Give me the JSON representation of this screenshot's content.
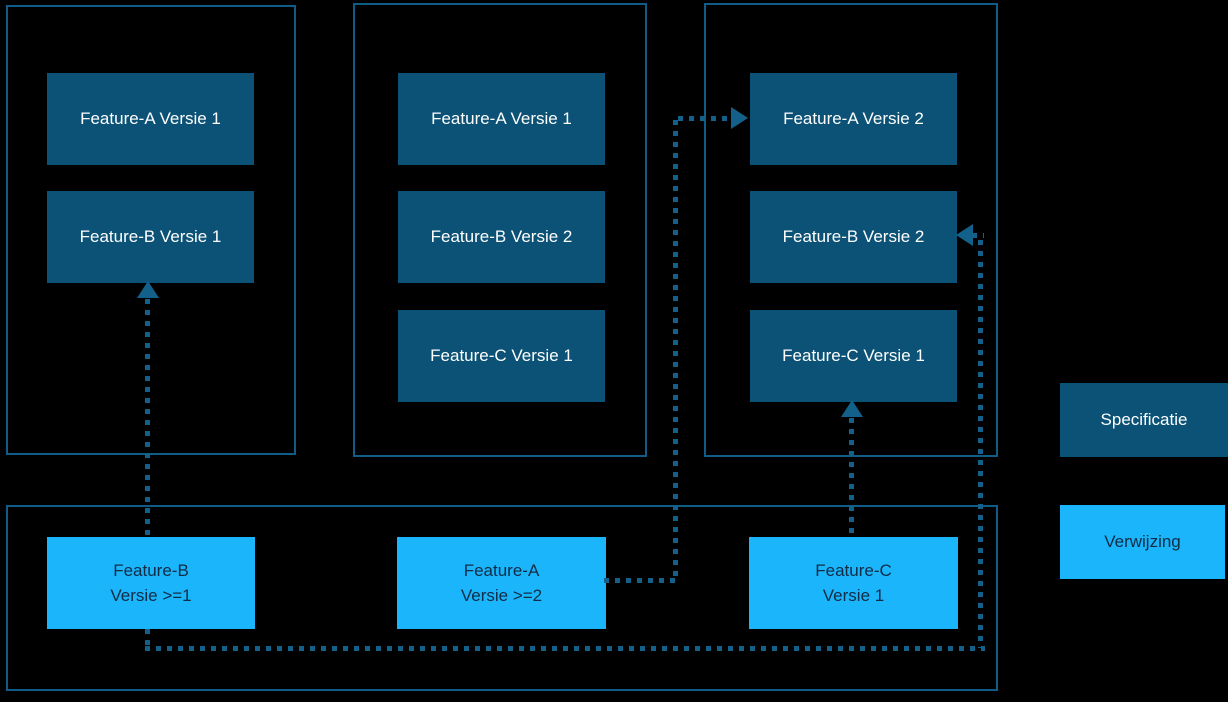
{
  "diagram": {
    "systems": [
      {
        "boxes": [
          "Feature-A Versie 1",
          "Feature-B Versie 1"
        ]
      },
      {
        "boxes": [
          "Feature-A Versie 1",
          "Feature-B Versie 2",
          "Feature-C Versie 1"
        ]
      },
      {
        "boxes": [
          "Feature-A Versie 2",
          "Feature-B Versie 2",
          "Feature-C Versie 1"
        ]
      }
    ],
    "references": [
      {
        "line1": "Feature-B",
        "line2": "Versie >=1"
      },
      {
        "line1": "Feature-A",
        "line2": "Versie >=2"
      },
      {
        "line1": "Feature-C",
        "line2": "Versie 1"
      }
    ],
    "legend": [
      {
        "label": "Specificatie",
        "style": "specification"
      },
      {
        "label": "Verwijzing",
        "style": "reference"
      }
    ],
    "connections": [
      {
        "from": "reference Feature-B Versie >=1",
        "to": "container-1 Feature-B Versie 1",
        "style": "dotted-arrow"
      },
      {
        "from": "reference Feature-B Versie >=1",
        "to": "container-3 Feature-B Versie 2",
        "style": "dotted-arrow"
      },
      {
        "from": "reference Feature-A Versie >=2",
        "to": "container-3 Feature-A Versie 2",
        "style": "dotted-arrow"
      },
      {
        "from": "reference Feature-C Versie 1",
        "to": "container-3 Feature-C Versie 1",
        "style": "dotted-arrow"
      }
    ],
    "colors": {
      "background": "#000000",
      "container_border": "#0F5C86",
      "specification_box": "#0B5276",
      "reference_box": "#1AB5FB",
      "connector": "#13618B",
      "text_on_dark": "#FFFFFF",
      "text_on_light": "#112C46"
    }
  }
}
